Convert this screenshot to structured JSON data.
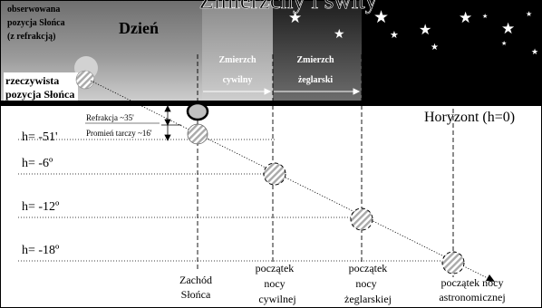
{
  "title": "Zmierzchy i świty",
  "sky": {
    "day_label": "Dzień",
    "observed_label": [
      "obserwowana",
      "pozycja Słońca",
      "(z refrakcją)"
    ],
    "true_label": [
      "rzeczywista",
      "pozycja Słońca"
    ],
    "civil_twilight": [
      "Zmierzch",
      "cywilny"
    ],
    "nautical_twilight": [
      "Zmierzch",
      "żeglarski"
    ]
  },
  "horizon_label": "Horyzont (h=0)",
  "refraction_note": "Refrakcja ~35'",
  "radius_note": "Promień tarczy ~16'",
  "levels": [
    "h= -51'",
    "h= -6º",
    "h= -12º",
    "h= -18º"
  ],
  "events": [
    [
      "Zachód",
      "Słońca"
    ],
    [
      "początek",
      "nocy",
      "cywilnej"
    ],
    [
      "początek",
      "nocy",
      "żeglarskiej"
    ],
    [
      "początek nocy",
      "astronomicznej"
    ]
  ],
  "colors": {
    "day_top": "#6f6f6f",
    "day_mid": "#9a9a9a",
    "day_bottom": "#c8c8c8",
    "civil": "#b9b9b9",
    "nautical": "#444444",
    "night": "#000000",
    "star": "#ffffff",
    "sun": "#bdbdbd"
  },
  "icons": [
    "star-icon",
    "sun-icon",
    "arrow-icon"
  ]
}
